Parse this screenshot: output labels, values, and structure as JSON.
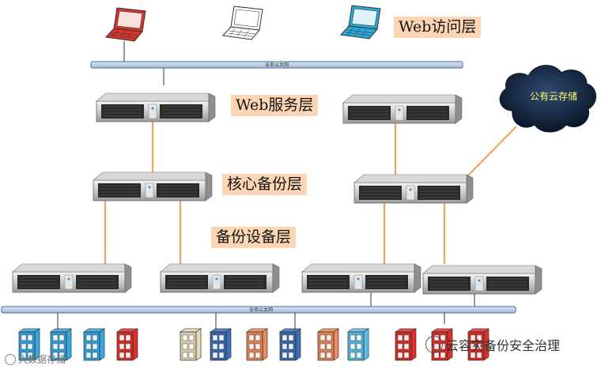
{
  "layers": {
    "web_access": "Web访问层",
    "web_service": "Web服务层",
    "core_backup": "核心备份层",
    "backup_device": "备份设备层"
  },
  "buses": {
    "top": "业务以太网",
    "bottom": "业务以太网"
  },
  "cloud": {
    "label": "公有云存储"
  },
  "watermarks": {
    "right": "云容灾备份安全治理",
    "left": "大数据存储"
  },
  "colors": {
    "layer_label_bg": "#fcd5b4",
    "link_orange": "#f2a45a",
    "bus_blue": "#b8cce4",
    "cloud_dark": "#13243f"
  },
  "laptops": [
    {
      "name": "red-laptop",
      "color": "#d9342b"
    },
    {
      "name": "white-laptop",
      "color": "#ffffff"
    },
    {
      "name": "blue-laptop",
      "color": "#2aa8d8"
    }
  ],
  "storage": [
    {
      "name": "blue-storage",
      "color": "#36a9e1"
    },
    {
      "name": "blue-storage",
      "color": "#36a9e1"
    },
    {
      "name": "blue-storage",
      "color": "#36a9e1"
    },
    {
      "name": "red-storage",
      "color": "#e0302b"
    },
    {
      "name": "beige-storage",
      "color": "#e8dcb8"
    },
    {
      "name": "navy-storage",
      "color": "#3b6fb6"
    },
    {
      "name": "orange-storage",
      "color": "#ef8a5a"
    },
    {
      "name": "navy-storage",
      "color": "#3b6fb6"
    },
    {
      "name": "orange-storage",
      "color": "#ef8a5a"
    },
    {
      "name": "cyan-storage",
      "color": "#5bc0eb"
    },
    {
      "name": "red-storage",
      "color": "#e0302b"
    },
    {
      "name": "red-storage",
      "color": "#e0302b"
    },
    {
      "name": "red-storage",
      "color": "#e0302b"
    }
  ]
}
